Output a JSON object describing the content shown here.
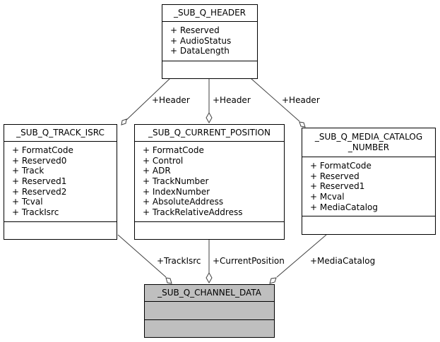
{
  "classes": {
    "header": {
      "name": "_SUB_Q_HEADER",
      "attributes": [
        "+ Reserved",
        "+ AudioStatus",
        "+ DataLength"
      ]
    },
    "track_isrc": {
      "name": "_SUB_Q_TRACK_ISRC",
      "attributes": [
        "+ FormatCode",
        "+ Reserved0",
        "+ Track",
        "+ Reserved1",
        "+ Reserved2",
        "+ Tcval",
        "+ TrackIsrc"
      ]
    },
    "current_position": {
      "name": "_SUB_Q_CURRENT_POSITION",
      "attributes": [
        "+ FormatCode",
        "+ Control",
        "+ ADR",
        "+ TrackNumber",
        "+ IndexNumber",
        "+ AbsoluteAddress",
        "+ TrackRelativeAddress"
      ]
    },
    "media_catalog": {
      "name_line1": "_SUB_Q_MEDIA_CATALOG",
      "name_line2": "_NUMBER",
      "attributes": [
        "+ FormatCode",
        "+ Reserved",
        "+ Reserved1",
        "+ Mcval",
        "+ MediaCatalog"
      ]
    },
    "channel_data": {
      "name": "_SUB_Q_CHANNEL_DATA"
    }
  },
  "relations": {
    "header_to_track_isrc": "+Header",
    "header_to_current_position": "+Header",
    "header_to_media_catalog": "+Header",
    "track_isrc_to_channel": "+TrackIsrc",
    "current_position_to_channel": "+CurrentPosition",
    "media_catalog_to_channel": "+MediaCatalog"
  }
}
